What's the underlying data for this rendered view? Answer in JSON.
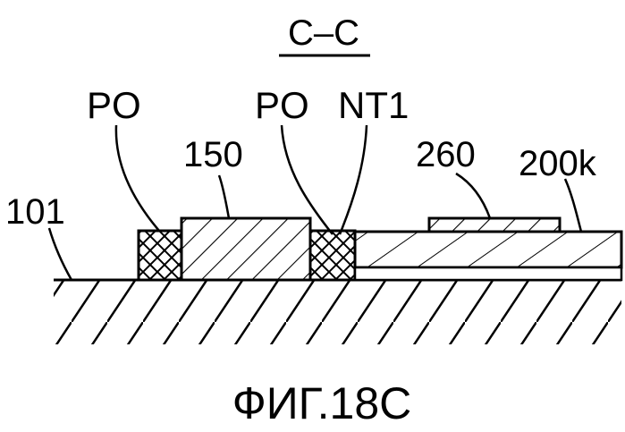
{
  "section_title": "C–C",
  "figure_caption": "ФИГ.18С",
  "labels": {
    "po_left": "PO",
    "po_right": "PO",
    "nt1": "NT1",
    "l150": "150",
    "l260": "260",
    "l200k": "200k",
    "l101": "101"
  }
}
